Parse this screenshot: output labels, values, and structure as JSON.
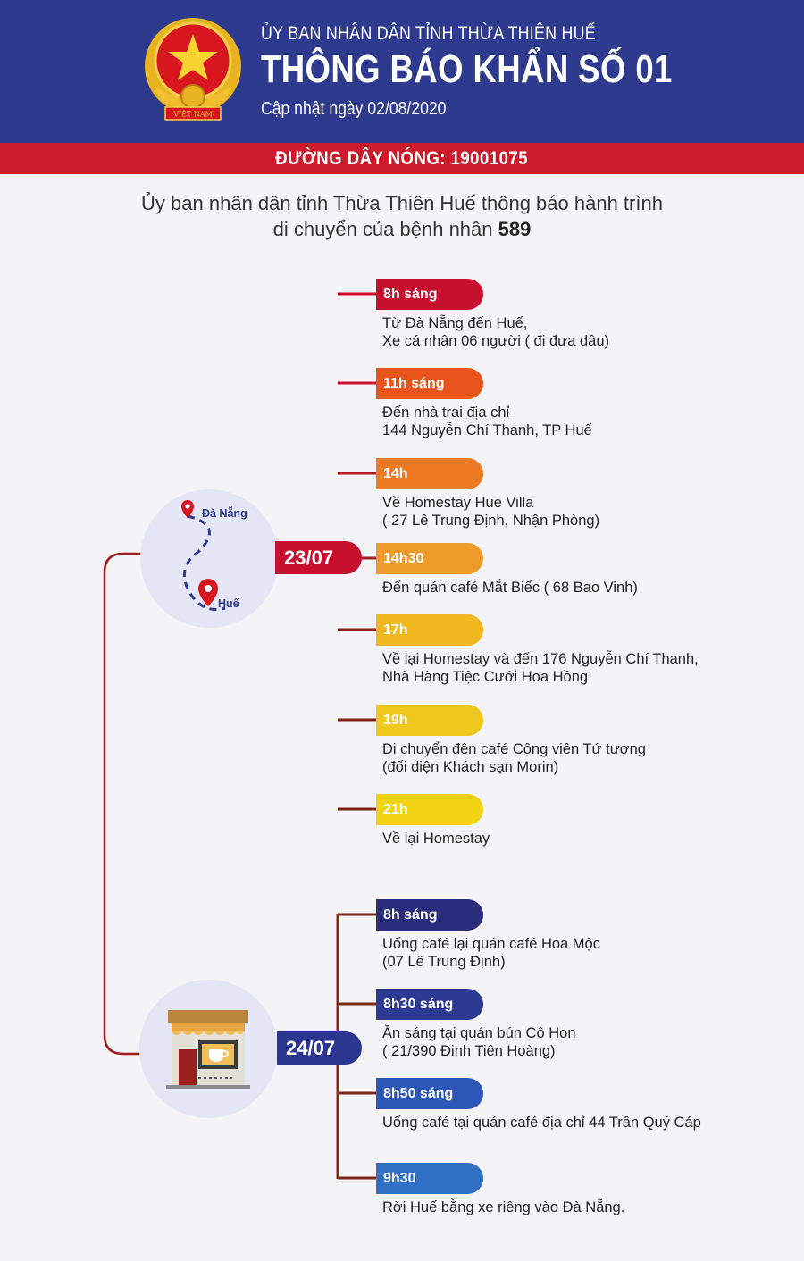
{
  "header": {
    "agency": "ỦY BAN NHÂN DÂN TỈNH THỪA THIÊN HUẾ",
    "title": "THÔNG BÁO KHẨN SỐ 01",
    "updated": "Cập nhật ngày 02/08/2020",
    "emblem_text": "VIỆT NAM"
  },
  "hotline": {
    "label": "ĐƯỜNG DÂY NÓNG: 19001075"
  },
  "intro": {
    "line1": "Ủy ban nhân dân tỉnh Thừa Thiên Huế thông báo hành trình",
    "line2_prefix": "di chuyển của bệnh nhân",
    "patient_number": "589"
  },
  "day1": {
    "date": "23/07",
    "date_color": "#c8102e",
    "map_labels": {
      "origin": "Đà Nẵng",
      "destination": "Huế"
    },
    "events": [
      {
        "time": "8h sáng",
        "color": "#c8102e",
        "lines": [
          "Từ Đà Nẵng đến Huế,",
          "Xe cá nhân 06 người ( đi đưa dâu)"
        ]
      },
      {
        "time": "11h sáng",
        "color": "#e8541c",
        "lines": [
          "Đến nhà trai địa chỉ",
          "144 Nguyễn Chí Thanh, TP Huế"
        ]
      },
      {
        "time": "14h",
        "color": "#ec7a23",
        "lines": [
          "Về Homestay Hue Villa",
          "( 27 Lê Trung Định, Nhận Phòng)"
        ]
      },
      {
        "time": "14h30",
        "color": "#ee9a2a",
        "lines": [
          "Đến quán café Mắt Biếc ( 68 Bao Vinh)"
        ]
      },
      {
        "time": "17h",
        "color": "#f1b71f",
        "lines": [
          "Về lại Homestay và đến 176 Nguyễn Chí Thanh,",
          "Nhà Hàng Tiệc Cưới Hoa Hồng"
        ]
      },
      {
        "time": "19h",
        "color": "#f0c81c",
        "lines": [
          "Di chuyển đên café Công viên Tứ tượng",
          "(đối diện Khách sạn Morin)"
        ]
      },
      {
        "time": "21h",
        "color": "#f2d314",
        "lines": [
          "Về lại Homestay"
        ]
      }
    ]
  },
  "day2": {
    "date": "24/07",
    "date_color": "#2c3590",
    "events": [
      {
        "time": "8h sáng",
        "color": "#2a2d7c",
        "lines": [
          "Uống café lại quán café Hoa Mộc",
          "(07 Lê Trung Định)"
        ]
      },
      {
        "time": "8h30 sáng",
        "color": "#2c3a94",
        "lines": [
          "Ăn sáng tại quán bún Cô Hon",
          "( 21/390 Đinh Tiên Hoàng)"
        ]
      },
      {
        "time": "8h50 sáng",
        "color": "#2e55b8",
        "lines": [
          "Uống café tại quán café địa chỉ 44 Trần Quý Cáp"
        ]
      },
      {
        "time": "9h30",
        "color": "#2f6fc4",
        "lines": [
          "Rời Huế bằng xe riêng vào Đà Nẵng."
        ]
      }
    ]
  }
}
